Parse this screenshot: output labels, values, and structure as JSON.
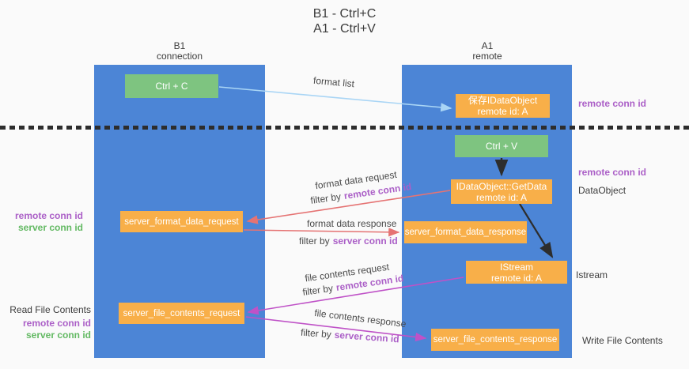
{
  "title": {
    "line1": "B1 - Ctrl+C",
    "line2": "A1 - Ctrl+V"
  },
  "lanes": {
    "left": {
      "name": "B1",
      "role": "connection"
    },
    "right": {
      "name": "A1",
      "role": "remote"
    }
  },
  "boxes": {
    "ctrl_c": "Ctrl + C",
    "ctrl_v": "Ctrl + V",
    "save_dataobject": {
      "line1": "保存IDataObject",
      "line2": "remote id: A"
    },
    "getdata": {
      "line1": "IDataObject::GetData",
      "line2": "remote id: A"
    },
    "istream": {
      "line1": "IStream",
      "line2": "remote id: A"
    },
    "format_request": "server_format_data_request",
    "format_response": "server_format_data_response",
    "file_request": "server_file_contents_request",
    "file_response": "server_file_contents_response"
  },
  "flow_labels": {
    "format_list": "format list",
    "format_data_request": "format data request",
    "format_data_response": "format data response",
    "file_contents_request": "file contents request",
    "file_contents_response": "file contents response"
  },
  "terms": {
    "filter_by": "filter by",
    "remote_conn_id": "remote conn id",
    "server_conn_id": "server conn id"
  },
  "side_labels": {
    "read_file_contents": "Read File Contents",
    "write_file_contents": "Write File Contents",
    "dataobject": "DataObject",
    "istream": "Istream"
  },
  "colors": {
    "lane_blue": "#4c85d6",
    "box_green": "#7ec480",
    "box_orange": "#f8af49",
    "arrow_light_blue": "#a9d5f5",
    "arrow_red": "#e57373",
    "arrow_magenta": "#bf52c7",
    "arrow_black": "#2d2d2d",
    "label_purple": "#ab5fc7",
    "label_green": "#63b963",
    "background": "#fafafa"
  }
}
